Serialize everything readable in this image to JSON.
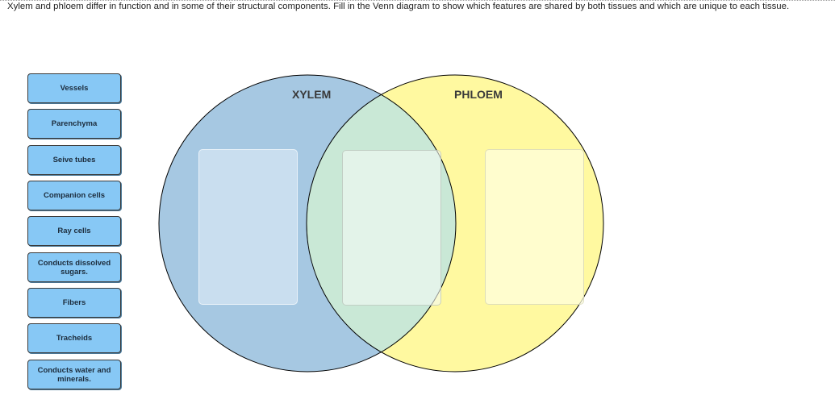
{
  "instruction": "Xylem and phloem differ in function and in some of their structural components. Fill in the Venn diagram to show which features are shared by both tissues and which are unique to each tissue.",
  "labels": [
    "Vessels",
    "Parenchyma",
    "Seive tubes",
    "Companion cells",
    "Ray cells",
    "Conducts dissolved sugars.",
    "Fibers",
    "Tracheids",
    "Conducts water and minerals."
  ],
  "venn": {
    "left_title": "XYLEM",
    "right_title": "PHLOEM",
    "colors": {
      "xylem_fill": "#a6c8e2",
      "phloem_fill": "#fff9a0",
      "overlap_fill": "#c9e8d6",
      "label_fill": "#87c8f5"
    }
  }
}
